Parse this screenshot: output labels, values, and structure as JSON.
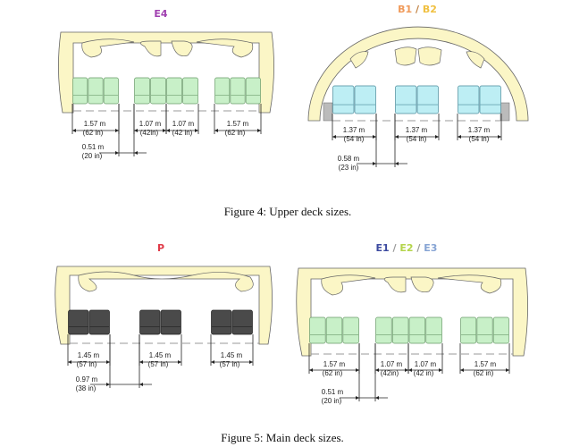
{
  "figure4": {
    "caption": "Figure 4: Upper deck sizes.",
    "diagram_e4": {
      "title": "E4",
      "title_color": "#a040b0",
      "dims": [
        "1.57 m",
        "(62 in)",
        "1.07 m",
        "(42in)",
        "1.07 m",
        "(42 in)",
        "1.57 m",
        "(62 in)"
      ],
      "aisle": [
        "0.51 m",
        "(20 in)"
      ]
    },
    "diagram_b": {
      "title_parts": [
        {
          "text": "B1",
          "color": "#f09a5a"
        },
        {
          "text": " / ",
          "color": "#c08040"
        },
        {
          "text": "B2",
          "color": "#f0c040"
        }
      ],
      "dims": [
        "1.37 m",
        "(54 in)",
        "1.37 m",
        "(54 in)",
        "1.37 m",
        "(54 in)"
      ],
      "aisle": [
        "0.58 m",
        "(23 in)"
      ]
    }
  },
  "figure5": {
    "caption": "Figure 5: Main deck sizes.",
    "diagram_p": {
      "title": "P",
      "title_color": "#e03a48",
      "dims": [
        "1.45 m",
        "(57 in)",
        "1.45 m",
        "(57 in)",
        "1.45 m",
        "(57 in)"
      ],
      "aisle": [
        "0.97 m",
        "(38 in)"
      ]
    },
    "diagram_e": {
      "title_parts": [
        {
          "text": "E1",
          "color": "#3c4aa0"
        },
        {
          "text": " / ",
          "color": "#999"
        },
        {
          "text": "E2",
          "color": "#b4d44a"
        },
        {
          "text": " / ",
          "color": "#999"
        },
        {
          "text": "E3",
          "color": "#86a4d4"
        }
      ],
      "dims": [
        "1.57 m",
        "(62 in)",
        "1.07 m",
        "(42in)",
        "1.07 m",
        "(42 in)",
        "1.57 m",
        "(62 in)"
      ],
      "aisle": [
        "0.51 m",
        "(20 in)"
      ]
    }
  },
  "colors": {
    "seat_economy": "#c8f0c8",
    "seat_business": "#bdeef4",
    "seat_premium": "#4a4a4a"
  }
}
